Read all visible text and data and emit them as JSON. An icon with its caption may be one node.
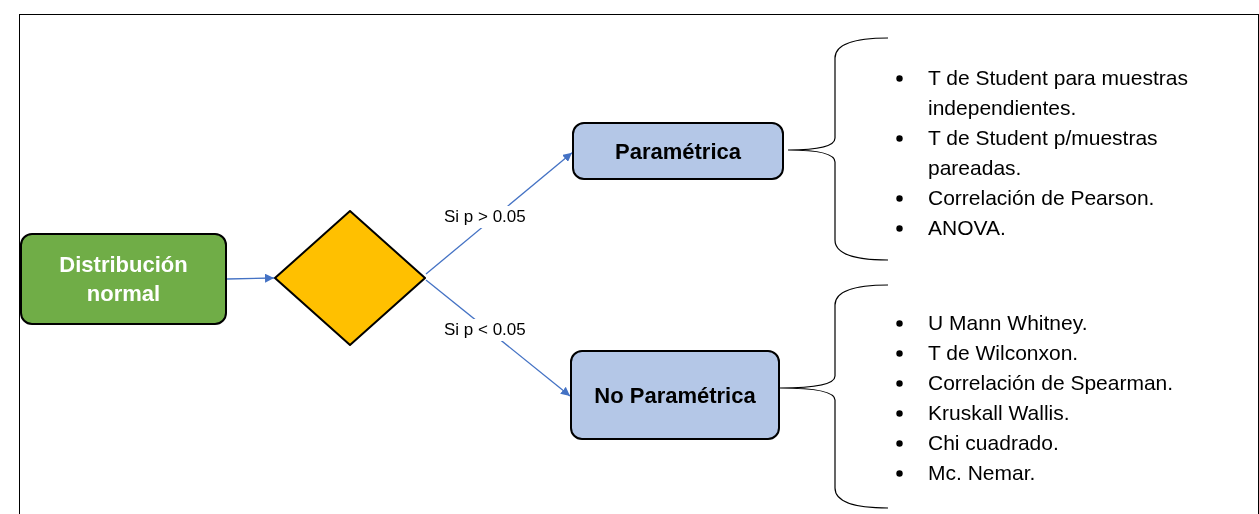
{
  "diagram": {
    "nodes": [
      {
        "text": [
          "Distribución normal"
        ]
      },
      {
        "text": [],
        "shape": "diamond"
      },
      {
        "text": [
          "Paramétrica"
        ]
      },
      {
        "text": [
          "No Paramétrica"
        ]
      }
    ],
    "edges": [
      {
        "from": 0,
        "to": 1,
        "arrow": "to"
      },
      {
        "from": 1,
        "to": 2,
        "arrow": "to",
        "label": "Si p > 0.05"
      },
      {
        "from": 1,
        "to": 3,
        "arrow": "to",
        "label": "Si p < 0.05"
      }
    ],
    "labels": [
      "T de Student para muestras independientes.",
      "T de Student p/muestras pareadas.",
      "Correlación de Pearson.",
      "ANOVA.",
      "U Mann Whitney.",
      "T de Wilconxon.",
      "Correlación de Spearman.",
      "Kruskall Wallis.",
      "Chi cuadrado.",
      "Mc. Nemar."
    ]
  }
}
